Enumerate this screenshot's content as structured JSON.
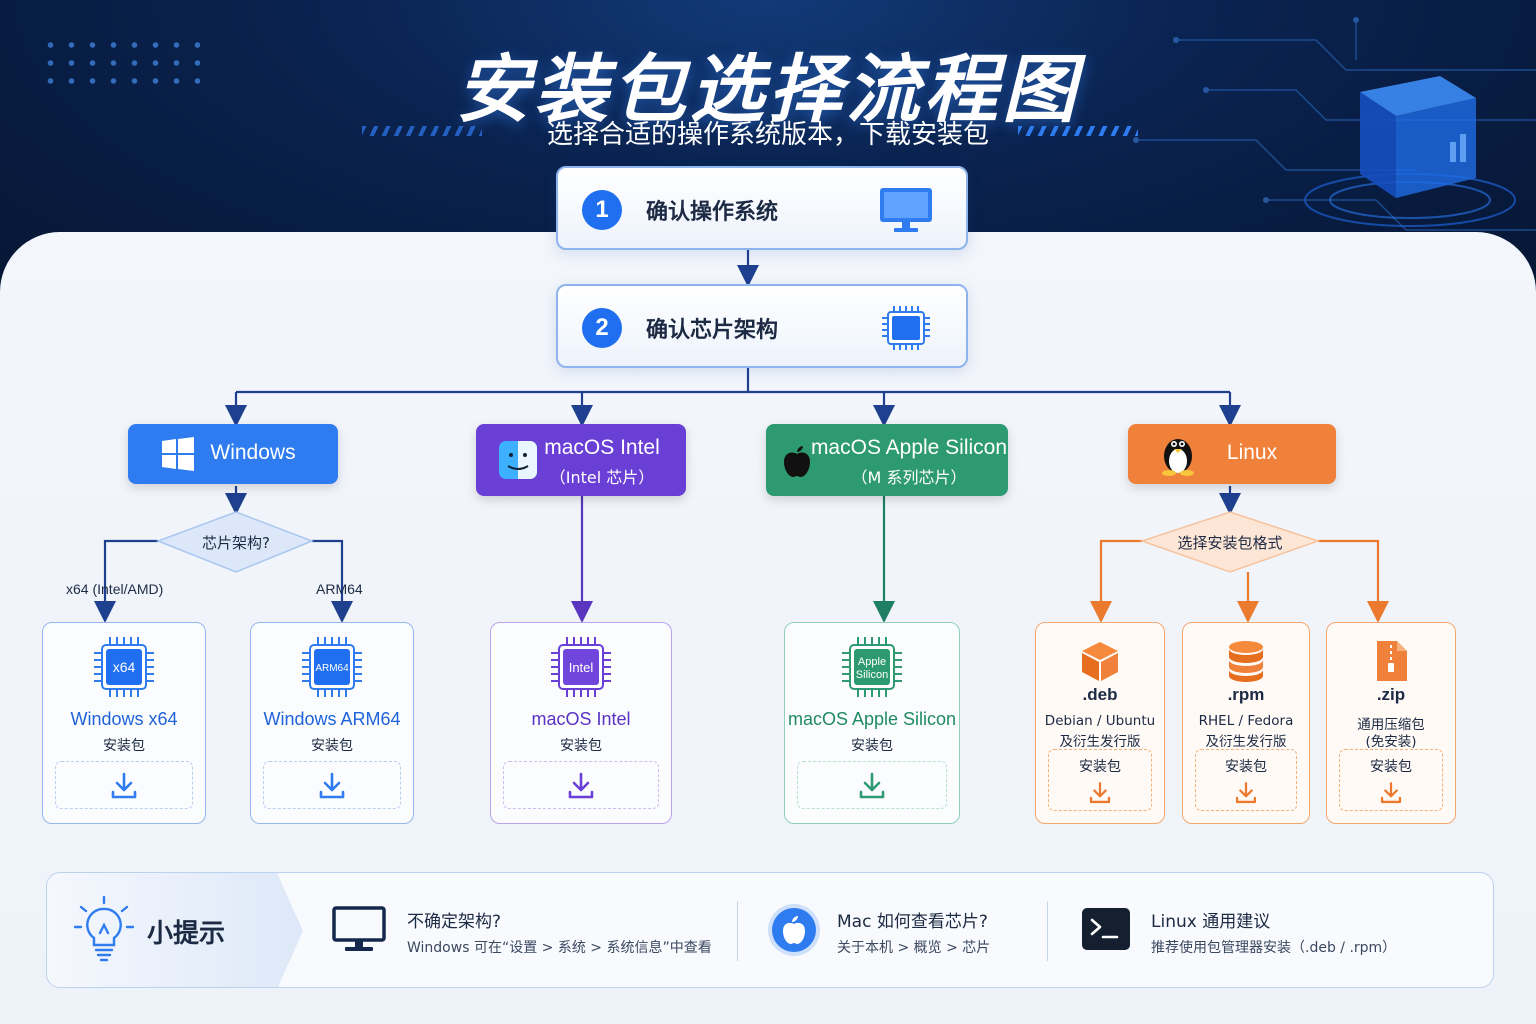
{
  "header": {
    "title": "安装包选择流程图",
    "subtitle": "选择合适的操作系统版本，下载安装包"
  },
  "steps": [
    {
      "num": "1",
      "label": "确认操作系统",
      "icon": "monitor-icon"
    },
    {
      "num": "2",
      "label": "确认芯片架构",
      "icon": "cpu-chip-icon"
    }
  ],
  "os_nodes": {
    "windows": {
      "main": "Windows",
      "color": "#2f7cf0"
    },
    "mac_intel": {
      "main": "macOS Intel",
      "sub": "（Intel 芯片）",
      "color": "#6a3fd6"
    },
    "mac_silicon": {
      "main": "macOS Apple Silicon",
      "sub": "（M 系列芯片）",
      "color": "#2e9a72"
    },
    "linux": {
      "main": "Linux",
      "color": "#f0813a"
    }
  },
  "decisions": {
    "windows": "芯片架构?",
    "linux": "选择安装包格式"
  },
  "branch_labels": {
    "x64": "x64 (Intel/AMD)",
    "arm64": "ARM64"
  },
  "packages": [
    {
      "chip": "x64",
      "name": "Windows x64",
      "type": "安装包",
      "color": "#2f7cf0"
    },
    {
      "chip": "ARM64",
      "name": "Windows ARM64",
      "type": "安装包",
      "color": "#2f7cf0"
    },
    {
      "chip": "Intel",
      "name": "macOS Intel",
      "type": "安装包",
      "color": "#6a3fd6"
    },
    {
      "chip": "Apple Silicon",
      "chip_l1": "Apple",
      "chip_l2": "Silicon",
      "name": "macOS Apple Silicon",
      "type": "安装包",
      "color": "#2e9a72"
    }
  ],
  "linux_packages": [
    {
      "fmt": ".deb",
      "d1": "Debian / Ubuntu",
      "d2": "及衍生发行版",
      "pkg": "安装包",
      "icon": "cube-icon"
    },
    {
      "fmt": ".rpm",
      "d1": "RHEL / Fedora",
      "d2": "及衍生发行版",
      "pkg": "安装包",
      "icon": "database-icon"
    },
    {
      "fmt": ".zip",
      "d1": "通用压缩包",
      "d2": "(免安装)",
      "pkg": "安装包",
      "icon": "zip-file-icon"
    }
  ],
  "tips": {
    "heading": "小提示",
    "items": [
      {
        "title": "不确定架构?",
        "desc": "Windows 可在“设置 > 系统 > 系统信息”中查看",
        "icon": "monitor-icon"
      },
      {
        "title": "Mac 如何查看芯片?",
        "desc": "关于本机 > 概览 > 芯片",
        "icon": "apple-icon"
      },
      {
        "title": "Linux 通用建议",
        "desc": "推荐使用包管理器安装（.deb / .rpm）",
        "icon": "terminal-icon"
      }
    ]
  },
  "colors": {
    "blue": "#2f7cf0",
    "purple": "#6a3fd6",
    "green": "#2e9a72",
    "orange": "#f0813a",
    "navy_line": "#1f3f8f"
  }
}
